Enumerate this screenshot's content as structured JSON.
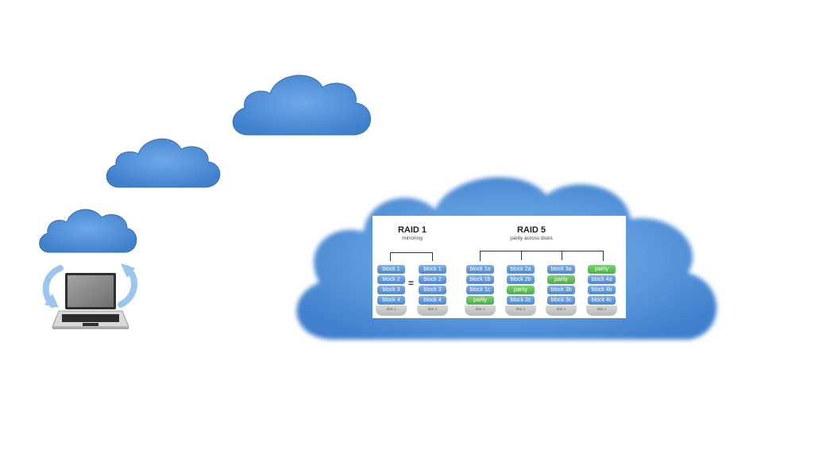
{
  "raid1": {
    "title": "RAID 1",
    "subtitle": "mirroring",
    "equals": "=",
    "disks": [
      {
        "label": "disk 1",
        "blocks": [
          "block 1",
          "block 2",
          "block 3",
          "block 4"
        ]
      },
      {
        "label": "disk 2",
        "blocks": [
          "block 1",
          "block 2",
          "block 3",
          "block 4"
        ]
      }
    ]
  },
  "raid5": {
    "title": "RAID 5",
    "subtitle": "parity across disks",
    "disks": [
      {
        "label": "disk 1",
        "blocks": [
          "block 1a",
          "block 1b",
          "block 1c",
          "parity"
        ]
      },
      {
        "label": "disk 2",
        "blocks": [
          "block 2a",
          "block 2b",
          "parity",
          "block 2c"
        ]
      },
      {
        "label": "disk 3",
        "blocks": [
          "block 3a",
          "parity",
          "block 3b",
          "block 3c"
        ]
      },
      {
        "label": "disk 4",
        "blocks": [
          "parity",
          "block 4a",
          "block 4b",
          "block 4c"
        ]
      }
    ]
  },
  "colors": {
    "cloud": "#4f8fd8",
    "cloud_light": "#6aa6e6",
    "block": "#5b94d6",
    "parity": "#55b552",
    "arrow": "#9cc6ee"
  },
  "icons": [
    "cloud-icon",
    "laptop-icon",
    "sync-arrow-icon"
  ]
}
